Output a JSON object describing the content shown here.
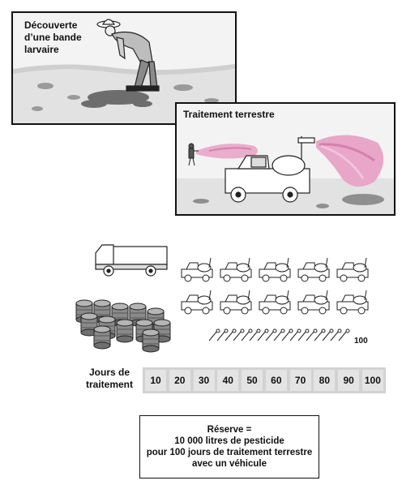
{
  "panels": {
    "discovery_title": "Découverte\nd’une bande\nlarvaire",
    "ground_treatment_title": "Traitement terrestre"
  },
  "sprayer_count_label": "100",
  "days": {
    "label": "Jours de\ntraitement",
    "values": [
      "10",
      "20",
      "30",
      "40",
      "50",
      "60",
      "70",
      "80",
      "90",
      "100"
    ]
  },
  "reserve": {
    "line1": "Réserve =",
    "line2": "10 000 litres de pesticide",
    "line3": "pour 100 jours de traitement terrestre",
    "line4": "avec un véhicule"
  },
  "colors": {
    "spray": "#e8a6c8",
    "panel_bg": "#f3f3f3",
    "days_bar": "#d2d2d2"
  }
}
